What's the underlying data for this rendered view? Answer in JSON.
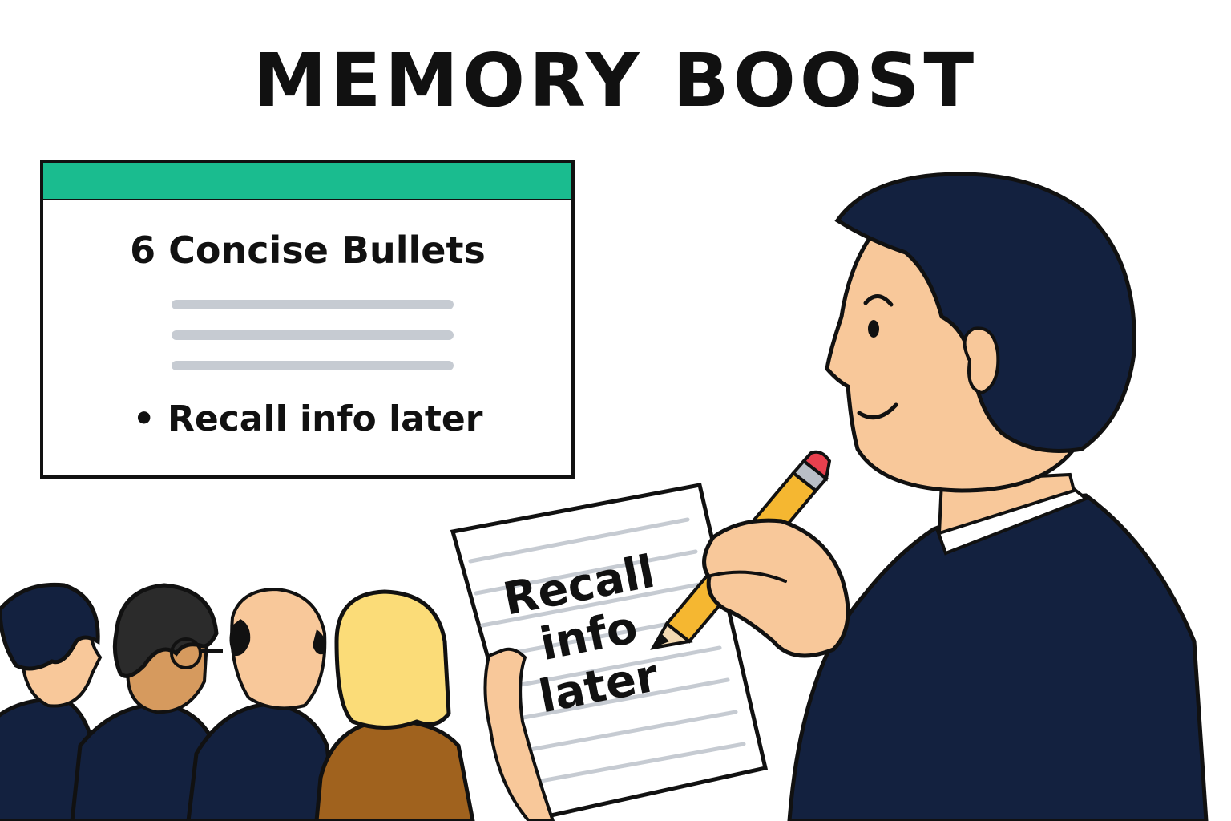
{
  "title": "MEMORY BOOST",
  "slide": {
    "heading": "6 Concise Bullets",
    "bullet": "• Recall info later",
    "accent_color": "#1abc8f"
  },
  "notepad": {
    "lines": [
      "Recall",
      "info",
      "later"
    ]
  },
  "icons": [
    "pencil-icon"
  ],
  "colors": {
    "suit": "#13213f",
    "skin": "#f8c89a",
    "outline": "#111111",
    "pencil": "#f5b731",
    "eraser": "#e8404e",
    "placeholder_lines": "#c6cbd2"
  }
}
